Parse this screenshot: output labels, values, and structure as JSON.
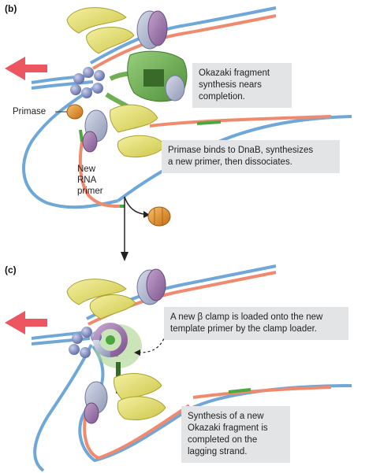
{
  "panels": [
    {
      "label": "(b)"
    },
    {
      "label": "(c)"
    }
  ],
  "labels": {
    "primase": "Primase",
    "new_rna_primer": [
      "New",
      "RNA",
      "primer"
    ]
  },
  "callouts": {
    "b1": [
      "Okazaki fragment",
      "synthesis nears",
      "completion."
    ],
    "b2": [
      "Primase binds to DnaB, synthesizes",
      "a new primer, then dissociates."
    ],
    "c1": [
      "A new β clamp is loaded onto the new",
      "template primer by the clamp loader."
    ],
    "c2": [
      "Synthesis of a new",
      "Okazaki fragment is",
      "completed on the",
      "lagging strand."
    ]
  },
  "colors": {
    "template_strand": "#6fa8d8",
    "new_strand": "#ef8a6f",
    "rna_primer": "#4aa83e",
    "polymerase": "#e7e06a",
    "beta_clamp": "#a6aec8",
    "tau_subunit": "#9b72a8",
    "helicase": "#8f9bc9",
    "clamp_loader": "#6fae52",
    "primase": "#e4922b",
    "movement_arrow": "#ec5661",
    "callout_background": "#e3e4e6"
  },
  "icons": [
    "movement-arrow-icon",
    "dnab-helicase-icon",
    "primase-icon",
    "polymerase-icon",
    "beta-clamp-icon",
    "clamp-loader-icon"
  ]
}
